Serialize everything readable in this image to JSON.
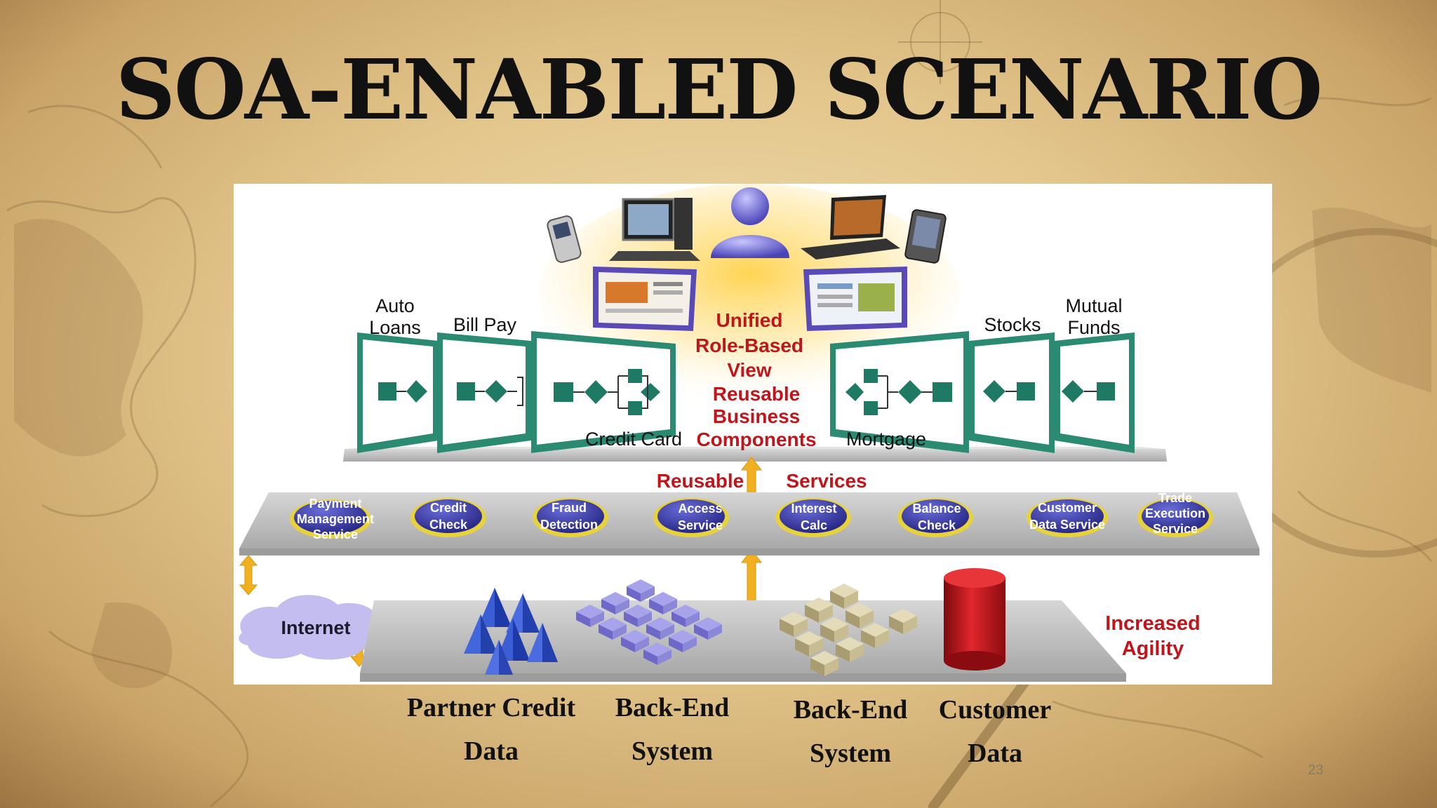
{
  "slide": {
    "title": "SOA-ENABLED SCENARIO",
    "page_number": "23"
  },
  "diagram": {
    "top_labels": {
      "auto_loans": [
        "Auto",
        "Loans"
      ],
      "bill_pay": "Bill Pay",
      "stocks": "Stocks",
      "mutual_funds": [
        "Mutual",
        "Funds"
      ],
      "credit_card": "Credit Card",
      "mortgage": "Mortgage"
    },
    "center_labels": {
      "unified": [
        "Unified",
        "Role-Based",
        "View"
      ],
      "components": [
        "Reusable",
        "Business",
        "Components"
      ],
      "reusable": "Reusable",
      "services": "Services"
    },
    "services": [
      [
        "Payment",
        "Management",
        "Service"
      ],
      [
        "Credit",
        "Check"
      ],
      [
        "Fraud",
        "Detection"
      ],
      [
        "Access",
        "Service"
      ],
      [
        "Interest",
        "Calc"
      ],
      [
        "Balance",
        "Check"
      ],
      [
        "Customer",
        "Data Service"
      ],
      [
        "Trade",
        "Execution",
        "Service"
      ]
    ],
    "internet": "Internet",
    "agility": [
      "Increased",
      "Agility"
    ]
  },
  "captions": [
    [
      "Partner Credit",
      "Data"
    ],
    [
      "Back-End",
      "System"
    ],
    [
      "Back-End",
      "System"
    ],
    [
      "Customer",
      "Data"
    ]
  ],
  "colors": {
    "accent_red": "#c0151b",
    "service_blue": "#2e2f9a",
    "service_ring": "#e8d23c",
    "process_frame": "#2a8a72",
    "platform_gray": "#b8b8b8",
    "arrow_gold": "#f0b020",
    "database_red": "#c8151b",
    "blocks_purple": "#8c88d8",
    "blocks_tan": "#c8bc92",
    "pyramid_blue": "#3c5ed4"
  }
}
